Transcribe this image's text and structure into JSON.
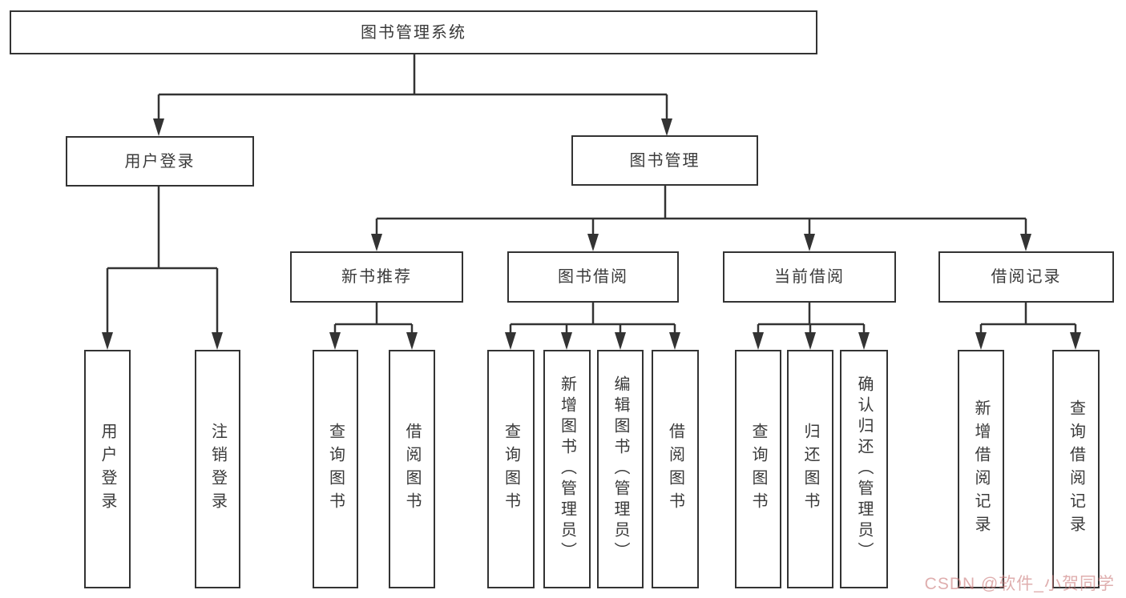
{
  "tree": {
    "label": "图书管理系统",
    "children": [
      {
        "label": "用户登录",
        "children": [
          {
            "label": "用户登录"
          },
          {
            "label": "注销登录"
          }
        ]
      },
      {
        "label": "图书管理",
        "children": [
          {
            "label": "新书推荐",
            "children": [
              {
                "label": "查询图书"
              },
              {
                "label": "借阅图书"
              }
            ]
          },
          {
            "label": "图书借阅",
            "children": [
              {
                "label": "查询图书"
              },
              {
                "label": "新增图书（管理员）"
              },
              {
                "label": "编辑图书（管理员）"
              },
              {
                "label": "借阅图书"
              }
            ]
          },
          {
            "label": "当前借阅",
            "children": [
              {
                "label": "查询图书"
              },
              {
                "label": "归还图书"
              },
              {
                "label": "确认归还（管理员）"
              }
            ]
          },
          {
            "label": "借阅记录",
            "children": [
              {
                "label": "新增借阅记录"
              },
              {
                "label": "查询借阅记录"
              }
            ]
          }
        ]
      }
    ]
  },
  "watermark": {
    "text": "CSDN @软件_小贺同学"
  },
  "colors": {
    "line": "#333333",
    "box_border": "#333333",
    "box_fill": "#ffffff",
    "text": "#3a3a3a",
    "watermark": "#cb7c7c"
  }
}
